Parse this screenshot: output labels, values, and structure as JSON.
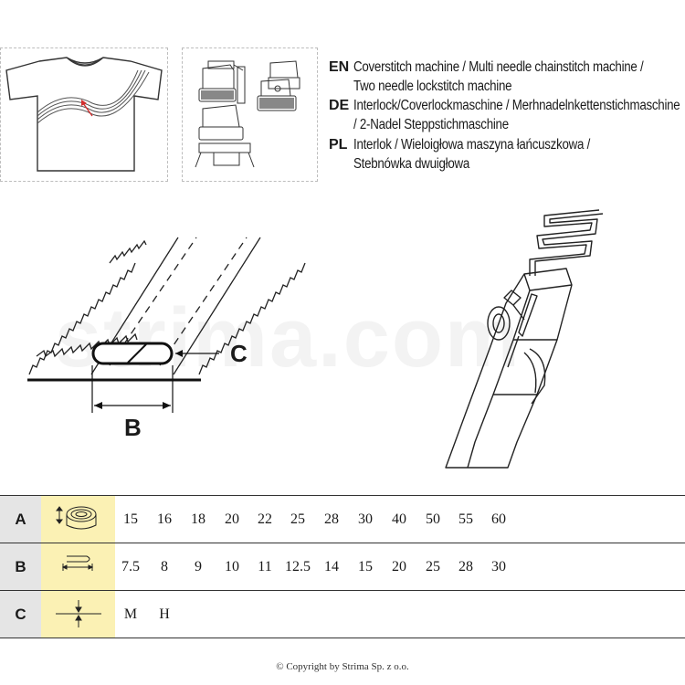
{
  "languages": [
    {
      "code": "EN",
      "lines": [
        "Coverstitch machine / Multi needle chainstitch machine /",
        "Two needle lockstitch machine"
      ]
    },
    {
      "code": "DE",
      "lines": [
        "Interlock/Coverlockmaschine / Merhnadelnkettenstichmaschine",
        "/ 2-Nadel Steppstichmaschine"
      ]
    },
    {
      "code": "PL",
      "lines": [
        "Interlok / Wieloigłowa maszyna łańcuszkowa /",
        "Stebnówka dwuigłowa"
      ]
    }
  ],
  "diagram": {
    "label_b": "B",
    "label_c": "C"
  },
  "watermark": "strima.com",
  "table": {
    "rows": [
      {
        "label": "A",
        "icon": "tape-roll-width-icon",
        "values": [
          "15",
          "16",
          "18",
          "20",
          "22",
          "25",
          "28",
          "30",
          "40",
          "50",
          "55",
          "60"
        ]
      },
      {
        "label": "B",
        "icon": "folded-width-icon",
        "values": [
          "7.5",
          "8",
          "9",
          "10",
          "11",
          "12.5",
          "14",
          "15",
          "20",
          "25",
          "28",
          "30"
        ]
      },
      {
        "label": "C",
        "icon": "material-thickness-icon",
        "values": [
          "M",
          "H"
        ]
      }
    ]
  },
  "copyright": "© Copyright by Strima Sp. z o.o."
}
